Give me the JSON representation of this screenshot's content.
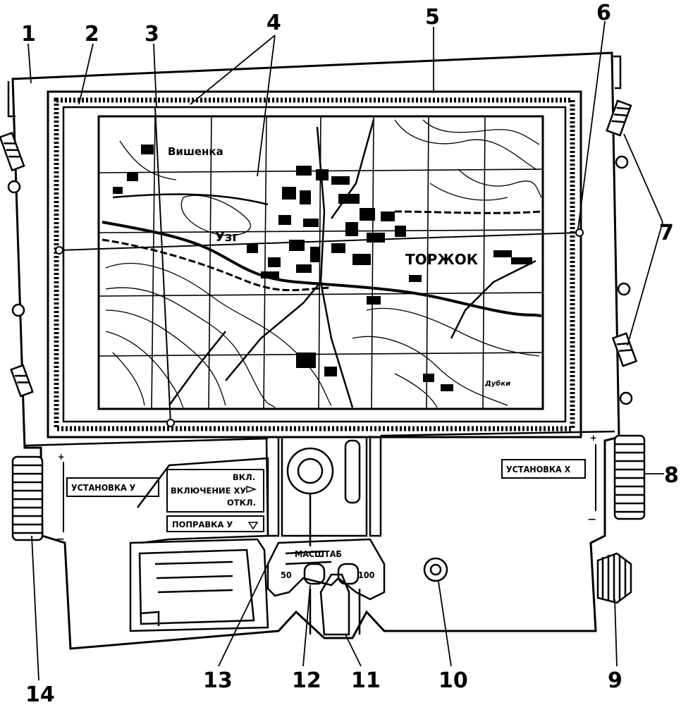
{
  "callouts": [
    "1",
    "2",
    "3",
    "4",
    "5",
    "6",
    "7",
    "8",
    "9",
    "10",
    "11",
    "12",
    "13",
    "14"
  ],
  "map": {
    "town_main": "ТОРЖОК",
    "village_top": "Вишенка",
    "village_bottom": "Дубки",
    "label_left": "Узг"
  },
  "panel": {
    "set_y": "УСТАНОВКА У",
    "set_x": "УСТАНОВКА Х",
    "on": "ВКЛ.",
    "switch_xy": "ВКЛЮЧЕНИЕ ХУ",
    "off": "ОТКЛ.",
    "correction_y": "ПОПРАВКА  У",
    "scale_title": "МАСШТАБ",
    "scale_50": "50",
    "scale_100": "100",
    "plus": "+",
    "minus": "—"
  }
}
